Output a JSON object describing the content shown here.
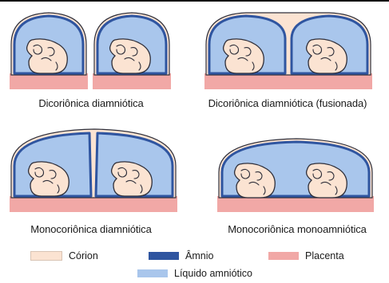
{
  "colors": {
    "chorion": "#fbe3d2",
    "amnion": "#2f55a0",
    "placenta": "#f1a8a6",
    "fluid": "#a9c6ec",
    "fetus": "#fbe3d2",
    "outline": "#2f2f3a"
  },
  "panels": [
    {
      "caption": "Dicoriônica diamniótica",
      "variant": "separate"
    },
    {
      "caption": "Dicoriônica diamniótica (fusionada)",
      "variant": "fused"
    },
    {
      "caption": "Monocoriônica diamniótica",
      "variant": "mono-di"
    },
    {
      "caption": "Monocoriônica monoamniótica",
      "variant": "mono-mono"
    }
  ],
  "legend": {
    "chorion": "Córion",
    "amnion": "Âmnio",
    "placenta": "Placenta",
    "fluid": "Líquido amniótico"
  }
}
